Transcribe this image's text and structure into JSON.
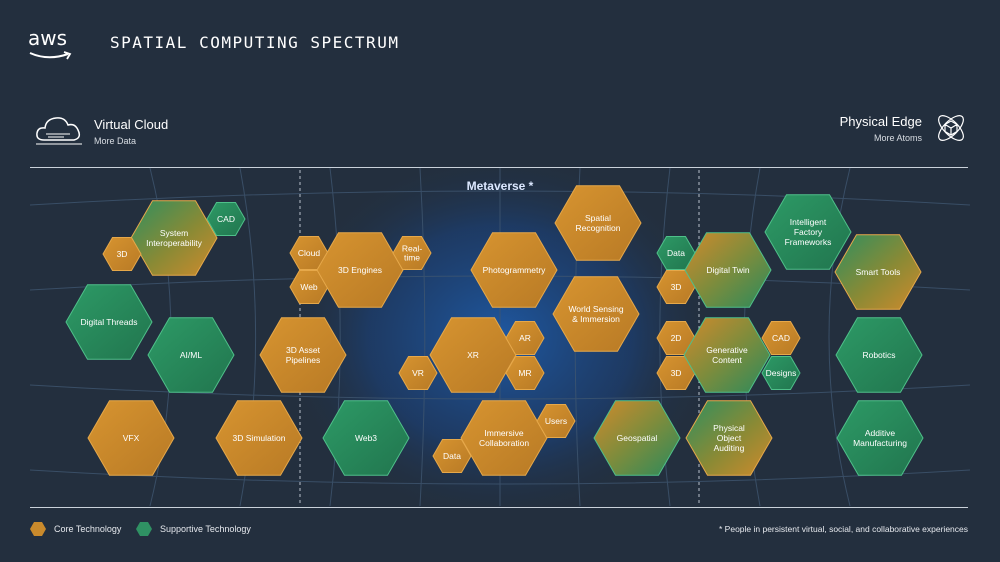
{
  "brand": {
    "logo_text": "aws"
  },
  "title": "SPATIAL COMPUTING SPECTRUM",
  "left_end": {
    "title": "Virtual Cloud",
    "subtitle": "More Data",
    "icon": "cloud-icon"
  },
  "right_end": {
    "title": "Physical Edge",
    "subtitle": "More Atoms",
    "icon": "atom-cube-icon"
  },
  "metaverse_label": "Metaverse *",
  "colors": {
    "core": "#c98a2c",
    "supportive": "#2f9163",
    "background": "#232f3e",
    "center_glow": "#1f5aa6"
  },
  "legend": {
    "core": "Core Technology",
    "supportive": "Supportive Technology"
  },
  "footnote": "* People in persistent virtual, social, and collaborative experiences",
  "hexagons": [
    {
      "label": [
        "System",
        "Interoperability"
      ],
      "type": "mixed-core"
    },
    {
      "label": [
        "CAD"
      ],
      "type": "supportive"
    },
    {
      "label": [
        "3D"
      ],
      "type": "core"
    },
    {
      "label": [
        "Digital Threads"
      ],
      "type": "supportive"
    },
    {
      "label": [
        "AI/ML"
      ],
      "type": "supportive"
    },
    {
      "label": [
        "VFX"
      ],
      "type": "core"
    },
    {
      "label": [
        "3D Simulation"
      ],
      "type": "core"
    },
    {
      "label": [
        "Cloud"
      ],
      "type": "core"
    },
    {
      "label": [
        "Web"
      ],
      "type": "core"
    },
    {
      "label": [
        "3D Engines"
      ],
      "type": "core"
    },
    {
      "label": [
        "Real-",
        "time"
      ],
      "type": "core"
    },
    {
      "label": [
        "3D Asset",
        "Pipelines"
      ],
      "type": "core"
    },
    {
      "label": [
        "Web3"
      ],
      "type": "supportive"
    },
    {
      "label": [
        "Photogrammetry"
      ],
      "type": "core"
    },
    {
      "label": [
        "Spatial",
        "Recognition"
      ],
      "type": "core"
    },
    {
      "label": [
        "World Sensing",
        "& Immersion"
      ],
      "type": "core"
    },
    {
      "label": [
        "XR"
      ],
      "type": "core"
    },
    {
      "label": [
        "AR"
      ],
      "type": "core"
    },
    {
      "label": [
        "MR"
      ],
      "type": "core"
    },
    {
      "label": [
        "VR"
      ],
      "type": "core"
    },
    {
      "label": [
        "Immersive",
        "Collaboration"
      ],
      "type": "core"
    },
    {
      "label": [
        "Users"
      ],
      "type": "core"
    },
    {
      "label": [
        "Data"
      ],
      "type": "core"
    },
    {
      "label": [
        "Geospatial"
      ],
      "type": "mixed-supportive"
    },
    {
      "label": [
        "Data"
      ],
      "type": "supportive"
    },
    {
      "label": [
        "3D"
      ],
      "type": "core"
    },
    {
      "label": [
        "Digital Twin"
      ],
      "type": "mixed-supportive"
    },
    {
      "label": [
        "2D"
      ],
      "type": "core"
    },
    {
      "label": [
        "3D"
      ],
      "type": "core"
    },
    {
      "label": [
        "Generative",
        "Content"
      ],
      "type": "mixed-supportive"
    },
    {
      "label": [
        "CAD"
      ],
      "type": "core"
    },
    {
      "label": [
        "Designs"
      ],
      "type": "supportive"
    },
    {
      "label": [
        "Physical",
        "Object",
        "Auditing"
      ],
      "type": "mixed-core"
    },
    {
      "label": [
        "Intelligent",
        "Factory",
        "Frameworks"
      ],
      "type": "supportive"
    },
    {
      "label": [
        "Smart Tools"
      ],
      "type": "mixed-core"
    },
    {
      "label": [
        "Robotics"
      ],
      "type": "supportive"
    },
    {
      "label": [
        "Additive",
        "Manufacturing"
      ],
      "type": "supportive"
    }
  ]
}
